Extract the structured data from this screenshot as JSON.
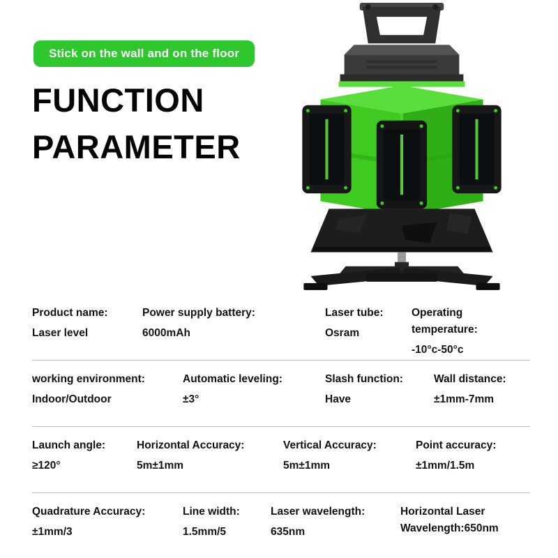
{
  "badge": {
    "label": "Stick on the wall and on the floor"
  },
  "title": {
    "line1": "FUNCTION",
    "line2": "PARAMETER"
  },
  "colors": {
    "badge_green": "#2ec82e",
    "device_green": "#3fca20",
    "device_green_dark": "#2fae15",
    "device_green_light": "#5ade3c",
    "device_black": "#1d1d1d",
    "text": "#111111",
    "divider": "#bdbdbd"
  },
  "specs": {
    "rows": [
      {
        "cells": [
          {
            "label": "Product name:",
            "value": "Laser level"
          },
          {
            "label": "Power supply battery:",
            "value": "6000mAh"
          },
          {
            "label": "Laser tube:",
            "value": "Osram"
          },
          {
            "label": "Operating temperature:",
            "value": "-10°c-50°c"
          }
        ]
      },
      {
        "cells": [
          {
            "label": "working environment:",
            "value": "Indoor/Outdoor"
          },
          {
            "label": "Automatic leveling:",
            "value": "±3°"
          },
          {
            "label": "Slash function:",
            "value": "Have"
          },
          {
            "label": "Wall distance:",
            "value": "±1mm-7mm"
          }
        ]
      },
      {
        "cells": [
          {
            "label": "Launch angle:",
            "value": "≥120°"
          },
          {
            "label": "Horizontal Accuracy:",
            "value": "5m±1mm"
          },
          {
            "label": "Vertical Accuracy:",
            "value": "5m±1mm"
          },
          {
            "label": "Point accuracy:",
            "value": "±1mm/1.5m"
          }
        ]
      },
      {
        "cells": [
          {
            "label": "Quadrature Accuracy:",
            "value": "±1mm/3"
          },
          {
            "label": "Line width:",
            "value": "1.5mm/5"
          },
          {
            "label": "Laser wavelength:",
            "value": "635nm"
          },
          {
            "label": "Horizontal Laser Wavelength:",
            "value": "650nm"
          }
        ]
      }
    ]
  }
}
